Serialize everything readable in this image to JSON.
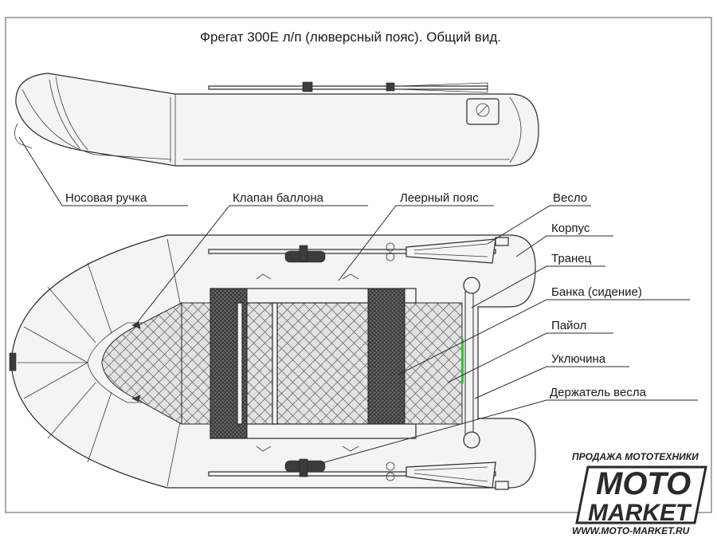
{
  "title": "Фрегат 300Е л/п (люверсный пояс). Общий вид.",
  "labels": {
    "nose_handle": "Носовая ручка",
    "cylinder_valve": "Клапан баллона",
    "rope_belt": "Леерный пояс",
    "oar": "Весло",
    "hull": "Корпус",
    "transom": "Транец",
    "bench": "Банка (сидение)",
    "floor": "Пайол",
    "oarlock": "Уключина",
    "oar_holder": "Держатель весла"
  },
  "logo": {
    "tagline": "ПРОДАЖА МОТОТЕХНИКИ",
    "line1": "MOTO",
    "line2": "MARKET",
    "url": "WWW.MOTO-MARKET.RU"
  },
  "colors": {
    "line": "#2a2a2a",
    "hull_fill": "#f4f4f4",
    "floor_fill": "#dcdcdc",
    "bench_fill": "#555555",
    "accent_green": "#22cc22"
  }
}
